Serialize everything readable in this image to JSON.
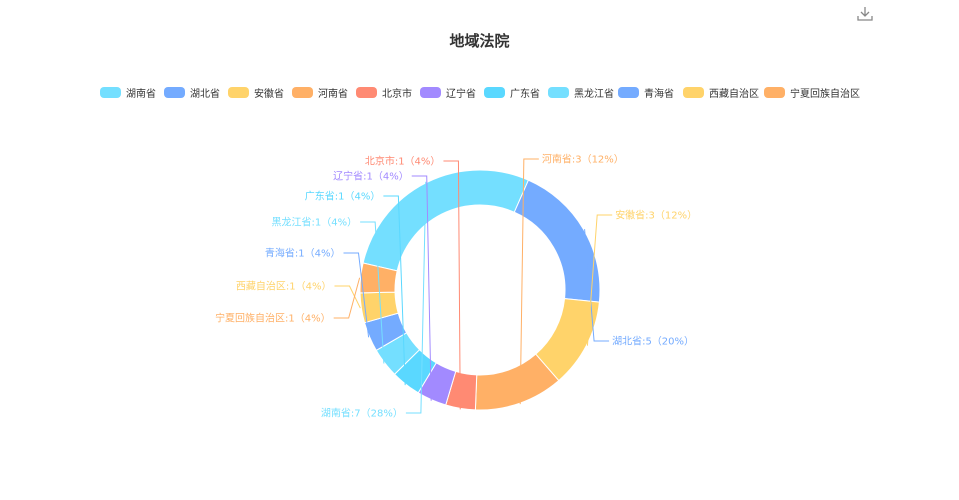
{
  "chart_data": {
    "type": "pie",
    "variant": "donut",
    "title": "地域法院",
    "legend_position": "top",
    "slices": [
      {
        "name": "湖南省",
        "value": 7,
        "percent": 28,
        "color": "#74DFFF",
        "label": "湖南省:7（28%）"
      },
      {
        "name": "湖北省",
        "value": 5,
        "percent": 20,
        "color": "#74ABFF",
        "label": "湖北省:5（20%）"
      },
      {
        "name": "安徽省",
        "value": 3,
        "percent": 12,
        "color": "#FFD36A",
        "label": "安徽省:3（12%）"
      },
      {
        "name": "河南省",
        "value": 3,
        "percent": 12,
        "color": "#FFB066",
        "label": "河南省:3（12%）"
      },
      {
        "name": "北京市",
        "value": 1,
        "percent": 4,
        "color": "#FF8A73",
        "label": "北京市:1（4%）"
      },
      {
        "name": "辽宁省",
        "value": 1,
        "percent": 4,
        "color": "#A28AFF",
        "label": "辽宁省:1（4%）"
      },
      {
        "name": "广东省",
        "value": 1,
        "percent": 4,
        "color": "#5AD8FF",
        "label": "广东省:1（4%）"
      },
      {
        "name": "黑龙江省",
        "value": 1,
        "percent": 4,
        "color": "#74DFFF",
        "label": "黑龙江省:1（4%）"
      },
      {
        "name": "青海省",
        "value": 1,
        "percent": 4,
        "color": "#74ABFF",
        "label": "青海省:1（4%）"
      },
      {
        "name": "西藏自治区",
        "value": 1,
        "percent": 4,
        "color": "#FFD36A",
        "label": "西藏自治区:1（4%）"
      },
      {
        "name": "宁夏回族自治区",
        "value": 1,
        "percent": 4,
        "color": "#FFB066",
        "label": "宁夏回族自治区:1（4%）"
      }
    ]
  },
  "toolbar": {
    "download_icon": "download-icon"
  }
}
